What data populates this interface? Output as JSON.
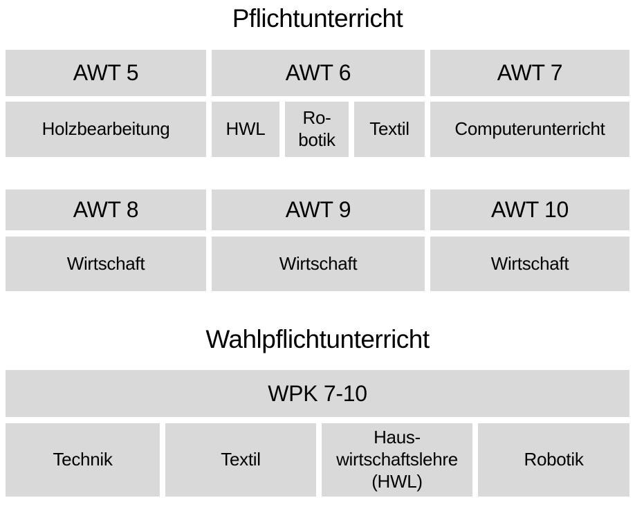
{
  "colors": {
    "cell_bg": "#d9d9d9",
    "text_color": "#000000",
    "page_bg": "#ffffff"
  },
  "compulsory": {
    "title": "Pflichtunterricht",
    "grades": [
      {
        "label": "AWT 5",
        "subjects": [
          {
            "label": "Holzbearbeitung"
          }
        ]
      },
      {
        "label": "AWT 6",
        "subjects": [
          {
            "label": "HWL"
          },
          {
            "label": "Ro-\nbotik"
          },
          {
            "label": "Textil"
          }
        ]
      },
      {
        "label": "AWT 7",
        "subjects": [
          {
            "label": "Computerunterricht"
          }
        ]
      },
      {
        "label": "AWT 8",
        "subjects": [
          {
            "label": "Wirtschaft"
          }
        ]
      },
      {
        "label": "AWT 9",
        "subjects": [
          {
            "label": "Wirtschaft"
          }
        ]
      },
      {
        "label": "AWT 10",
        "subjects": [
          {
            "label": "Wirtschaft"
          }
        ]
      }
    ]
  },
  "elective": {
    "title": "Wahlpflichtunterricht",
    "course_header": "WPK 7-10",
    "subjects": [
      {
        "label": "Technik"
      },
      {
        "label": "Textil"
      },
      {
        "label": "Haus-\nwirtschaftslehre\n(HWL)"
      },
      {
        "label": "Robotik"
      }
    ]
  }
}
